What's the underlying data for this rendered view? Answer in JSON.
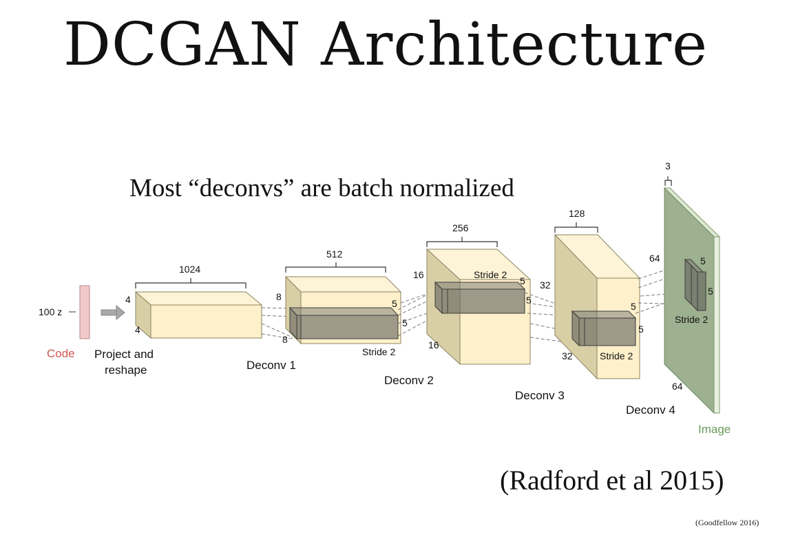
{
  "slide": {
    "title": "DCGAN Architecture",
    "subtitle": "Most “deconvs” are batch normalized",
    "citation": "(Radford et al 2015)",
    "credit": "(Goodfellow 2016)"
  },
  "diagram": {
    "code": {
      "dim_label": "100 z",
      "label": "Code",
      "color": "#d0574f"
    },
    "project": {
      "label_line1": "Project and",
      "label_line2": "reshape",
      "width_label": "1024",
      "height_label": "4",
      "depth_label": "4"
    },
    "deconv1": {
      "label": "Deconv 1",
      "width_label": "512",
      "height_label": "8",
      "depth_label": "8",
      "kernel_a": "5",
      "kernel_b": "5",
      "stride": "Stride 2"
    },
    "deconv2": {
      "label": "Deconv 2",
      "width_label": "256",
      "height_label": "16",
      "depth_label": "16",
      "kernel_a": "5",
      "kernel_b": "5",
      "stride": "Stride 2"
    },
    "deconv3": {
      "label": "Deconv 3",
      "width_label": "128",
      "height_label": "32",
      "depth_label": "32",
      "kernel_a": "5",
      "kernel_b": "5",
      "stride": "Stride 2"
    },
    "deconv4": {
      "label": "Deconv 4",
      "width_label": "3",
      "height_label": "64",
      "depth_label": "64",
      "kernel_a": "5",
      "kernel_b": "5",
      "stride": "Stride 2"
    },
    "image": {
      "label": "Image",
      "color": "#6a9a5a"
    }
  }
}
